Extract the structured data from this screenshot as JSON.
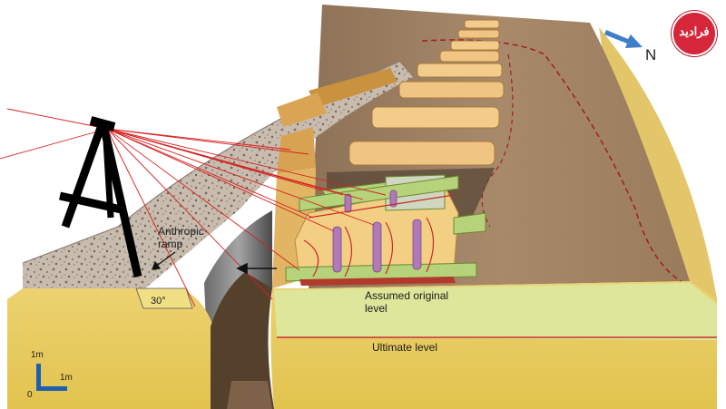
{
  "labels": {
    "anthropic_ramp": "Anthropic\nramp",
    "assumed_original_level": "Assumed original\nlevel",
    "ultimate_level": "Ultimate level",
    "slope_angle": "30°",
    "north": "N"
  },
  "scale": {
    "vertical": "1m",
    "horizontal": "1m",
    "origin": "0"
  },
  "logo": {
    "text": "فرادید"
  },
  "colors": {
    "ground_top": "#ead67e",
    "ground_front": "#e9cd5e",
    "trench_floor": "#a08163",
    "gravel": "#c8bcae",
    "timber": "#f0c27e",
    "sledge": "#b6d27a",
    "pillar": "#b07ab8",
    "sight_lines": "#d62020",
    "scale_bar": "#1f5fb0",
    "north_arrow": "#3f7fc8"
  }
}
